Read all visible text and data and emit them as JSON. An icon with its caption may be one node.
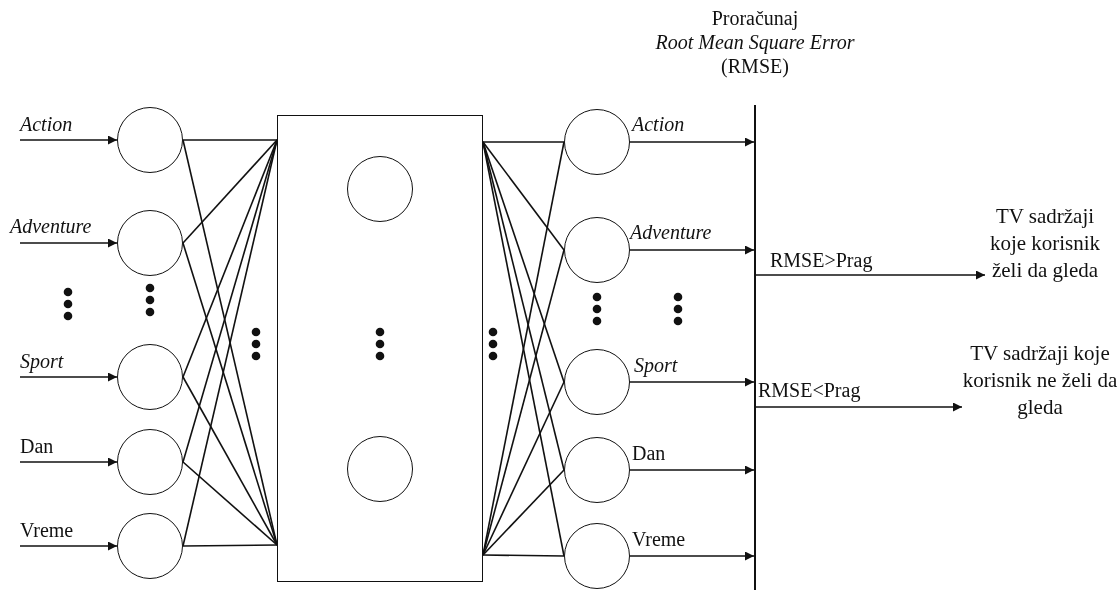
{
  "diagram": {
    "nodes": [
      {
        "text": [],
        "shape": "circle"
      },
      {
        "text": [],
        "shape": "circle"
      },
      {
        "text": [],
        "shape": "circle"
      },
      {
        "text": [],
        "shape": "circle"
      },
      {
        "text": [],
        "shape": "circle"
      },
      {
        "text": [],
        "shape": "box"
      },
      {
        "text": [],
        "shape": "circle",
        "in": 5
      },
      {
        "text": [],
        "shape": "circle",
        "in": 5
      },
      {
        "text": [],
        "shape": "circle"
      },
      {
        "text": [],
        "shape": "circle"
      },
      {
        "text": [],
        "shape": "circle"
      },
      {
        "text": [],
        "shape": "circle"
      },
      {
        "text": [],
        "shape": "circle"
      },
      {
        "text": [
          "Proračunaj *Root Mean Square Error* (RMSE)"
        ]
      },
      {
        "text": [
          "TV sadržaji koje korisnik želi da gleda"
        ]
      },
      {
        "text": [
          "TV sadržaji koje korisnik ne želi da gleda"
        ]
      }
    ],
    "edges": [
      {
        "from": null,
        "to": 0,
        "arrow": "to",
        "label": "Action"
      },
      {
        "from": null,
        "to": 1,
        "arrow": "to",
        "label": "Adventure"
      },
      {
        "from": null,
        "to": 2,
        "arrow": "to",
        "label": "Sport"
      },
      {
        "from": null,
        "to": 3,
        "arrow": "to",
        "label": "Dan"
      },
      {
        "from": null,
        "to": 4,
        "arrow": "to",
        "label": "Vreme"
      },
      {
        "from": 0,
        "to": 5,
        "arrow": "none"
      },
      {
        "from": 0,
        "to": 5,
        "arrow": "none"
      },
      {
        "from": 1,
        "to": 5,
        "arrow": "none"
      },
      {
        "from": 1,
        "to": 5,
        "arrow": "none"
      },
      {
        "from": 2,
        "to": 5,
        "arrow": "none"
      },
      {
        "from": 2,
        "to": 5,
        "arrow": "none"
      },
      {
        "from": 3,
        "to": 5,
        "arrow": "none"
      },
      {
        "from": 3,
        "to": 5,
        "arrow": "none"
      },
      {
        "from": 4,
        "to": 5,
        "arrow": "none"
      },
      {
        "from": 4,
        "to": 5,
        "arrow": "none"
      },
      {
        "from": 5,
        "to": 8,
        "arrow": "none"
      },
      {
        "from": 5,
        "to": 8,
        "arrow": "none"
      },
      {
        "from": 5,
        "to": 9,
        "arrow": "none"
      },
      {
        "from": 5,
        "to": 9,
        "arrow": "none"
      },
      {
        "from": 5,
        "to": 10,
        "arrow": "none"
      },
      {
        "from": 5,
        "to": 10,
        "arrow": "none"
      },
      {
        "from": 5,
        "to": 11,
        "arrow": "none"
      },
      {
        "from": 5,
        "to": 11,
        "arrow": "none"
      },
      {
        "from": 5,
        "to": 12,
        "arrow": "none"
      },
      {
        "from": 5,
        "to": 12,
        "arrow": "none"
      },
      {
        "from": 8,
        "to": 13,
        "arrow": "to",
        "label": "Action"
      },
      {
        "from": 9,
        "to": 13,
        "arrow": "to",
        "label": "Adventure"
      },
      {
        "from": 10,
        "to": 13,
        "arrow": "to",
        "label": "Sport"
      },
      {
        "from": 11,
        "to": 13,
        "arrow": "to",
        "label": "Dan"
      },
      {
        "from": 12,
        "to": 13,
        "arrow": "to",
        "label": "Vreme"
      },
      {
        "from": 13,
        "to": 14,
        "arrow": "to",
        "label": "RMSE>Prag"
      },
      {
        "from": 13,
        "to": 15,
        "arrow": "to",
        "label": "RMSE<Prag"
      }
    ]
  }
}
